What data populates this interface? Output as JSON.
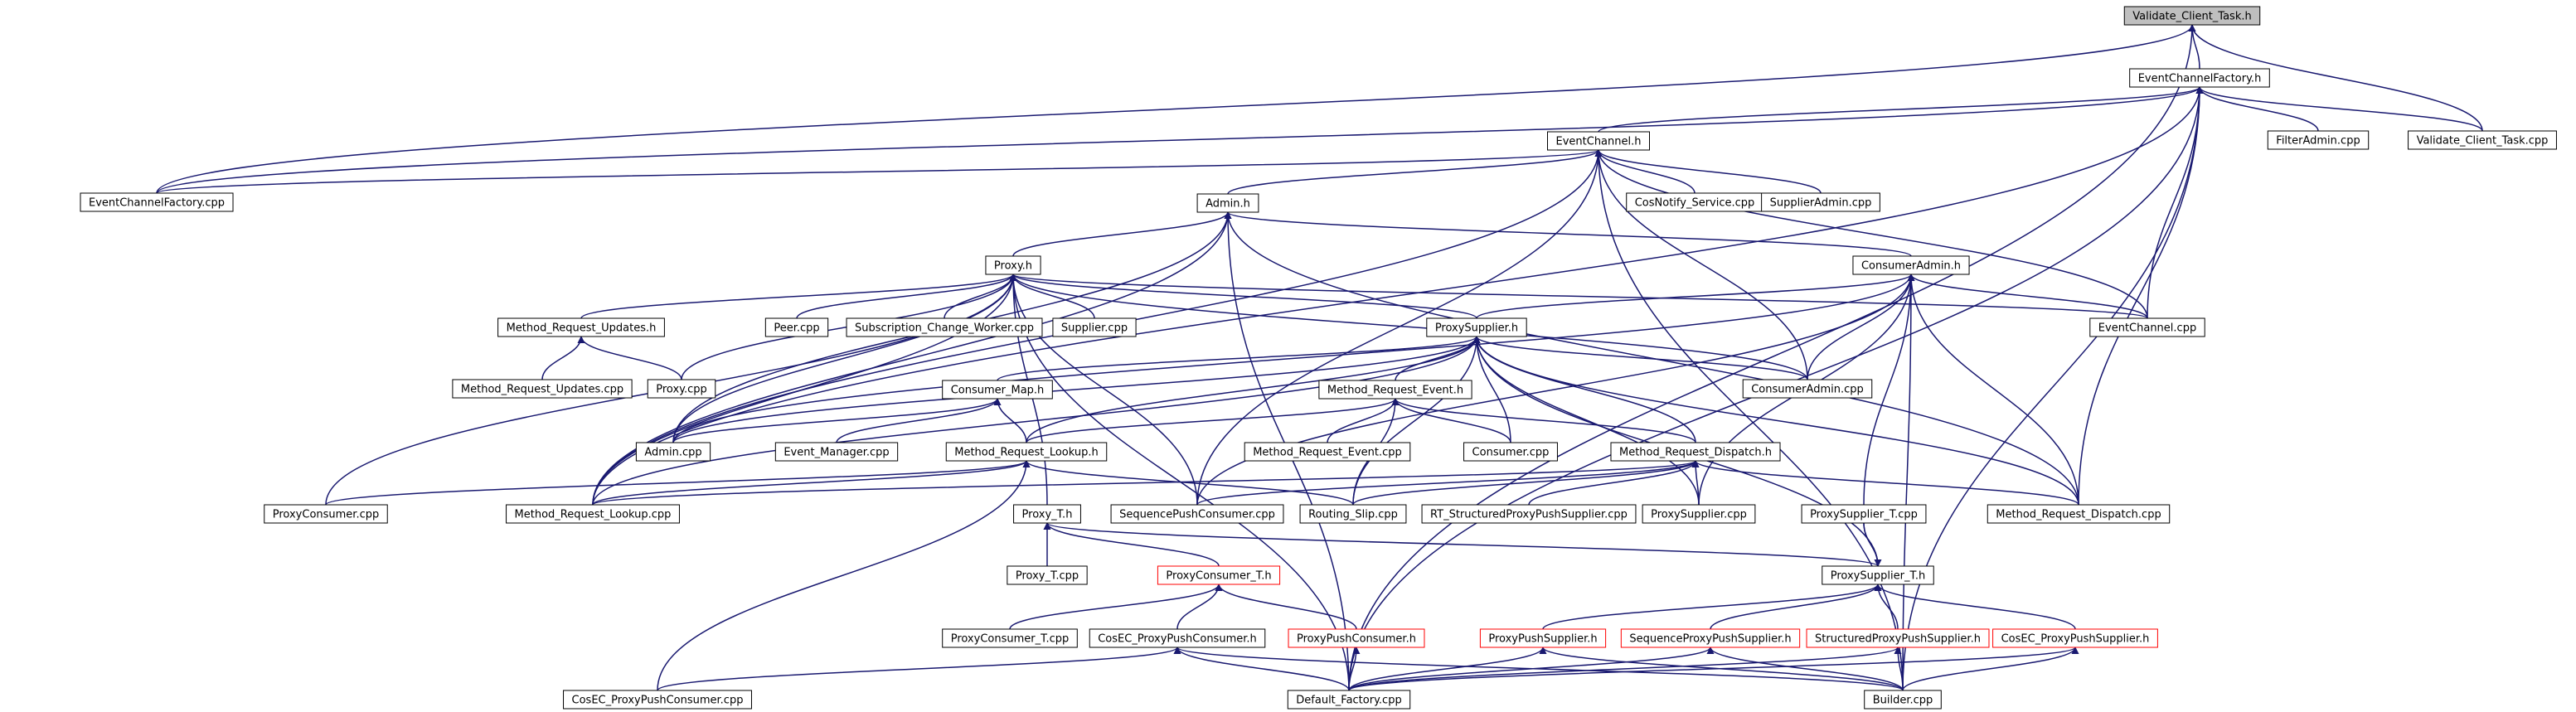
{
  "graph": {
    "root": "validate_client_task_h",
    "colors": {
      "edge": "#191970",
      "node_border": "#000000",
      "root_fill": "#bfbfbf",
      "truncated_border": "#ff0000",
      "text": "#000000"
    },
    "nodes": [
      {
        "id": "validate_client_task_h",
        "label": "Validate_Client_Task.h",
        "kind": "root"
      },
      {
        "id": "eventchannelfactory_h",
        "label": "EventChannelFactory.h",
        "kind": "normal"
      },
      {
        "id": "eventchannelfactory_cpp",
        "label": "EventChannelFactory.cpp",
        "kind": "normal"
      },
      {
        "id": "eventchannel_h",
        "label": "EventChannel.h",
        "kind": "normal"
      },
      {
        "id": "filteradmin_cpp",
        "label": "FilterAdmin.cpp",
        "kind": "normal"
      },
      {
        "id": "validate_client_task_cpp",
        "label": "Validate_Client_Task.cpp",
        "kind": "normal"
      },
      {
        "id": "cosnotify_service_cpp",
        "label": "CosNotify_Service.cpp",
        "kind": "normal"
      },
      {
        "id": "supplieradmin_cpp",
        "label": "SupplierAdmin.cpp",
        "kind": "normal"
      },
      {
        "id": "admin_h",
        "label": "Admin.h",
        "kind": "normal"
      },
      {
        "id": "proxy_h",
        "label": "Proxy.h",
        "kind": "normal"
      },
      {
        "id": "consumeradmin_h",
        "label": "ConsumerAdmin.h",
        "kind": "normal"
      },
      {
        "id": "method_request_updates_h",
        "label": "Method_Request_Updates.h",
        "kind": "normal"
      },
      {
        "id": "peer_cpp",
        "label": "Peer.cpp",
        "kind": "normal"
      },
      {
        "id": "subscription_change_worker_cpp",
        "label": "Subscription_Change_Worker.cpp",
        "kind": "normal"
      },
      {
        "id": "supplier_cpp",
        "label": "Supplier.cpp",
        "kind": "normal"
      },
      {
        "id": "proxysupplier_h",
        "label": "ProxySupplier.h",
        "kind": "normal"
      },
      {
        "id": "eventchannel_cpp",
        "label": "EventChannel.cpp",
        "kind": "normal"
      },
      {
        "id": "method_request_updates_cpp",
        "label": "Method_Request_Updates.cpp",
        "kind": "normal"
      },
      {
        "id": "proxy_cpp",
        "label": "Proxy.cpp",
        "kind": "normal"
      },
      {
        "id": "consumer_map_h",
        "label": "Consumer_Map.h",
        "kind": "normal"
      },
      {
        "id": "method_request_event_h",
        "label": "Method_Request_Event.h",
        "kind": "normal"
      },
      {
        "id": "consumeradmin_cpp",
        "label": "ConsumerAdmin.cpp",
        "kind": "normal"
      },
      {
        "id": "admin_cpp",
        "label": "Admin.cpp",
        "kind": "normal"
      },
      {
        "id": "event_manager_cpp",
        "label": "Event_Manager.cpp",
        "kind": "normal"
      },
      {
        "id": "method_request_event_cpp",
        "label": "Method_Request_Event.cpp",
        "kind": "normal"
      },
      {
        "id": "consumer_cpp",
        "label": "Consumer.cpp",
        "kind": "normal"
      },
      {
        "id": "method_request_dispatch_h",
        "label": "Method_Request_Dispatch.h",
        "kind": "normal"
      },
      {
        "id": "method_request_lookup_h",
        "label": "Method_Request_Lookup.h",
        "kind": "normal"
      },
      {
        "id": "proxyconsumer_cpp",
        "label": "ProxyConsumer.cpp",
        "kind": "normal"
      },
      {
        "id": "method_request_lookup_cpp",
        "label": "Method_Request_Lookup.cpp",
        "kind": "normal"
      },
      {
        "id": "sequencepushconsumer_cpp",
        "label": "SequencePushConsumer.cpp",
        "kind": "normal"
      },
      {
        "id": "routing_slip_cpp",
        "label": "Routing_Slip.cpp",
        "kind": "normal"
      },
      {
        "id": "rt_structuredproxypushsupplier_cpp",
        "label": "RT_StructuredProxyPushSupplier.cpp",
        "kind": "normal"
      },
      {
        "id": "proxysupplier_cpp",
        "label": "ProxySupplier.cpp",
        "kind": "normal"
      },
      {
        "id": "proxysupplier_t_cpp",
        "label": "ProxySupplier_T.cpp",
        "kind": "normal"
      },
      {
        "id": "method_request_dispatch_cpp",
        "label": "Method_Request_Dispatch.cpp",
        "kind": "normal"
      },
      {
        "id": "proxy_t_h",
        "label": "Proxy_T.h",
        "kind": "normal"
      },
      {
        "id": "proxy_t_cpp",
        "label": "Proxy_T.cpp",
        "kind": "normal"
      },
      {
        "id": "proxyconsumer_t_h",
        "label": "ProxyConsumer_T.h",
        "kind": "truncated"
      },
      {
        "id": "proxysupplier_t_h",
        "label": "ProxySupplier_T.h",
        "kind": "normal"
      },
      {
        "id": "proxyconsumer_t_cpp",
        "label": "ProxyConsumer_T.cpp",
        "kind": "normal"
      },
      {
        "id": "cosec_proxypushconsumer_h",
        "label": "CosEC_ProxyPushConsumer.h",
        "kind": "normal"
      },
      {
        "id": "proxypushconsumer_h",
        "label": "ProxyPushConsumer.h",
        "kind": "truncated"
      },
      {
        "id": "proxypushsupplier_h",
        "label": "ProxyPushSupplier.h",
        "kind": "truncated"
      },
      {
        "id": "sequenceproxypushsupplier_h",
        "label": "SequenceProxyPushSupplier.h",
        "kind": "truncated"
      },
      {
        "id": "structuredproxypushsupplier_h",
        "label": "StructuredProxyPushSupplier.h",
        "kind": "truncated"
      },
      {
        "id": "cosec_proxypushsupplier_h",
        "label": "CosEC_ProxyPushSupplier.h",
        "kind": "truncated"
      },
      {
        "id": "cosec_proxypushconsumer_cpp",
        "label": "CosEC_ProxyPushConsumer.cpp",
        "kind": "normal"
      },
      {
        "id": "default_factory_cpp",
        "label": "Default_Factory.cpp",
        "kind": "normal"
      },
      {
        "id": "builder_cpp",
        "label": "Builder.cpp",
        "kind": "normal"
      }
    ],
    "edges": [
      [
        "eventchannelfactory_h",
        "validate_client_task_h"
      ],
      [
        "validate_client_task_cpp",
        "validate_client_task_h"
      ],
      [
        "eventchannelfactory_cpp",
        "validate_client_task_h"
      ],
      [
        "default_factory_cpp",
        "validate_client_task_h"
      ],
      [
        "eventchannelfactory_cpp",
        "eventchannelfactory_h"
      ],
      [
        "eventchannel_h",
        "eventchannelfactory_h"
      ],
      [
        "filteradmin_cpp",
        "eventchannelfactory_h"
      ],
      [
        "validate_client_task_cpp",
        "eventchannelfactory_h"
      ],
      [
        "eventchannel_cpp",
        "eventchannelfactory_h"
      ],
      [
        "method_request_dispatch_cpp",
        "eventchannelfactory_h"
      ],
      [
        "builder_cpp",
        "eventchannelfactory_h"
      ],
      [
        "method_request_lookup_cpp",
        "eventchannelfactory_h"
      ],
      [
        "default_factory_cpp",
        "eventchannelfactory_h"
      ],
      [
        "eventchannelfactory_cpp",
        "eventchannel_h"
      ],
      [
        "cosnotify_service_cpp",
        "eventchannel_h"
      ],
      [
        "supplieradmin_cpp",
        "eventchannel_h"
      ],
      [
        "admin_h",
        "eventchannel_h"
      ],
      [
        "eventchannel_cpp",
        "eventchannel_h"
      ],
      [
        "consumeradmin_cpp",
        "eventchannel_h"
      ],
      [
        "method_request_lookup_cpp",
        "eventchannel_h"
      ],
      [
        "builder_cpp",
        "eventchannel_h"
      ],
      [
        "sequencepushconsumer_cpp",
        "eventchannel_h"
      ],
      [
        "proxy_h",
        "admin_h"
      ],
      [
        "consumeradmin_h",
        "admin_h"
      ],
      [
        "admin_cpp",
        "admin_h"
      ],
      [
        "method_request_dispatch_cpp",
        "admin_h"
      ],
      [
        "method_request_lookup_cpp",
        "admin_h"
      ],
      [
        "default_factory_cpp",
        "admin_h"
      ],
      [
        "method_request_updates_h",
        "proxy_h"
      ],
      [
        "peer_cpp",
        "proxy_h"
      ],
      [
        "subscription_change_worker_cpp",
        "proxy_h"
      ],
      [
        "supplier_cpp",
        "proxy_h"
      ],
      [
        "proxysupplier_h",
        "proxy_h"
      ],
      [
        "eventchannel_cpp",
        "proxy_h"
      ],
      [
        "proxy_cpp",
        "proxy_h"
      ],
      [
        "admin_cpp",
        "proxy_h"
      ],
      [
        "consumeradmin_cpp",
        "proxy_h"
      ],
      [
        "proxyconsumer_cpp",
        "proxy_h"
      ],
      [
        "proxy_t_h",
        "proxy_h"
      ],
      [
        "sequencepushconsumer_cpp",
        "proxy_h"
      ],
      [
        "method_request_lookup_cpp",
        "proxy_h"
      ],
      [
        "default_factory_cpp",
        "proxy_h"
      ],
      [
        "proxysupplier_h",
        "consumeradmin_h"
      ],
      [
        "eventchannel_cpp",
        "consumeradmin_h"
      ],
      [
        "consumeradmin_cpp",
        "consumeradmin_h"
      ],
      [
        "admin_cpp",
        "consumeradmin_h"
      ],
      [
        "proxysupplier_cpp",
        "consumeradmin_h"
      ],
      [
        "proxysupplier_t_cpp",
        "consumeradmin_h"
      ],
      [
        "method_request_dispatch_cpp",
        "consumeradmin_h"
      ],
      [
        "sequencepushconsumer_cpp",
        "consumeradmin_h"
      ],
      [
        "builder_cpp",
        "consumeradmin_h"
      ],
      [
        "method_request_updates_cpp",
        "method_request_updates_h"
      ],
      [
        "proxy_cpp",
        "method_request_updates_h"
      ],
      [
        "consumer_map_h",
        "proxysupplier_h"
      ],
      [
        "method_request_event_h",
        "proxysupplier_h"
      ],
      [
        "consumeradmin_cpp",
        "proxysupplier_h"
      ],
      [
        "admin_cpp",
        "proxysupplier_h"
      ],
      [
        "consumer_cpp",
        "proxysupplier_h"
      ],
      [
        "method_request_dispatch_h",
        "proxysupplier_h"
      ],
      [
        "method_request_lookup_h",
        "proxysupplier_h"
      ],
      [
        "proxysupplier_cpp",
        "proxysupplier_h"
      ],
      [
        "routing_slip_cpp",
        "proxysupplier_h"
      ],
      [
        "method_request_dispatch_cpp",
        "proxysupplier_h"
      ],
      [
        "proxysupplier_t_h",
        "proxysupplier_h"
      ],
      [
        "method_request_lookup_cpp",
        "proxysupplier_h"
      ],
      [
        "admin_cpp",
        "consumer_map_h"
      ],
      [
        "event_manager_cpp",
        "consumer_map_h"
      ],
      [
        "method_request_lookup_h",
        "consumer_map_h"
      ],
      [
        "method_request_event_cpp",
        "method_request_event_h"
      ],
      [
        "consumer_cpp",
        "method_request_event_h"
      ],
      [
        "method_request_dispatch_h",
        "method_request_event_h"
      ],
      [
        "method_request_lookup_h",
        "method_request_event_h"
      ],
      [
        "routing_slip_cpp",
        "method_request_event_h"
      ],
      [
        "sequencepushconsumer_cpp",
        "method_request_dispatch_h"
      ],
      [
        "routing_slip_cpp",
        "method_request_dispatch_h"
      ],
      [
        "rt_structuredproxypushsupplier_cpp",
        "method_request_dispatch_h"
      ],
      [
        "proxysupplier_cpp",
        "method_request_dispatch_h"
      ],
      [
        "method_request_dispatch_cpp",
        "method_request_dispatch_h"
      ],
      [
        "method_request_lookup_cpp",
        "method_request_dispatch_h"
      ],
      [
        "proxyconsumer_cpp",
        "method_request_lookup_h"
      ],
      [
        "method_request_lookup_cpp",
        "method_request_lookup_h"
      ],
      [
        "routing_slip_cpp",
        "method_request_lookup_h"
      ],
      [
        "cosec_proxypushconsumer_cpp",
        "method_request_lookup_h"
      ],
      [
        "proxysupplier_t_cpp",
        "proxysupplier_t_h"
      ],
      [
        "proxy_t_cpp",
        "proxy_t_h"
      ],
      [
        "proxyconsumer_t_h",
        "proxy_t_h"
      ],
      [
        "proxysupplier_t_h",
        "proxy_t_h"
      ],
      [
        "proxyconsumer_t_cpp",
        "proxyconsumer_t_h"
      ],
      [
        "cosec_proxypushconsumer_h",
        "proxyconsumer_t_h"
      ],
      [
        "proxypushconsumer_h",
        "proxyconsumer_t_h"
      ],
      [
        "proxysupplier_t_cpp",
        "proxysupplier_t_h"
      ],
      [
        "proxypushsupplier_h",
        "proxysupplier_t_h"
      ],
      [
        "sequenceproxypushsupplier_h",
        "proxysupplier_t_h"
      ],
      [
        "structuredproxypushsupplier_h",
        "proxysupplier_t_h"
      ],
      [
        "cosec_proxypushsupplier_h",
        "proxysupplier_t_h"
      ],
      [
        "cosec_proxypushconsumer_cpp",
        "cosec_proxypushconsumer_h"
      ],
      [
        "default_factory_cpp",
        "cosec_proxypushconsumer_h"
      ],
      [
        "builder_cpp",
        "cosec_proxypushconsumer_h"
      ],
      [
        "default_factory_cpp",
        "proxypushconsumer_h"
      ],
      [
        "default_factory_cpp",
        "proxypushsupplier_h"
      ],
      [
        "builder_cpp",
        "proxypushsupplier_h"
      ],
      [
        "default_factory_cpp",
        "sequenceproxypushsupplier_h"
      ],
      [
        "builder_cpp",
        "sequenceproxypushsupplier_h"
      ],
      [
        "default_factory_cpp",
        "structuredproxypushsupplier_h"
      ],
      [
        "builder_cpp",
        "structuredproxypushsupplier_h"
      ],
      [
        "default_factory_cpp",
        "cosec_proxypushsupplier_h"
      ],
      [
        "builder_cpp",
        "cosec_proxypushsupplier_h"
      ]
    ]
  }
}
